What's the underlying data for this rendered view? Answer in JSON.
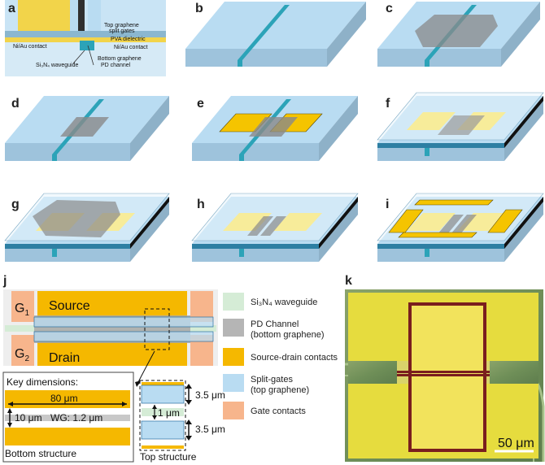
{
  "panels": {
    "a": {
      "label": "a",
      "top_graphene": "Top graphene",
      "split_gates": "split gates",
      "pva_dielectric": "PVA dielectric",
      "contact_left": "Ni/Au contact",
      "contact_right": "Ni/Au contact",
      "bottom_graphene": "Bottom graphene",
      "pd_channel": "PD channel",
      "waveguide": "Si₃N₄ waveguide"
    },
    "b": {
      "label": "b"
    },
    "c": {
      "label": "c"
    },
    "d": {
      "label": "d"
    },
    "e": {
      "label": "e"
    },
    "f": {
      "label": "f"
    },
    "g": {
      "label": "g"
    },
    "h": {
      "label": "h"
    },
    "i": {
      "label": "i"
    },
    "j": {
      "label": "j",
      "gate1": "G",
      "gate1_sub": "1",
      "gate2": "G",
      "gate2_sub": "2",
      "source": "Source",
      "drain": "Drain",
      "key_title": "Key dimensions:",
      "dim_80": "80 μm",
      "dim_10": "10 μm",
      "dim_wg": "WG: 1.2 μm",
      "bottom_structure": "Bottom structure",
      "top_structure": "Top structure",
      "dim_35_top": "3.5 μm",
      "dim_1": "1 μm",
      "dim_35_bottom": "3.5 μm"
    },
    "legend": {
      "items": [
        {
          "line1": "Si₃N₄ waveguide",
          "line2": "",
          "color": "#d5ecd6"
        },
        {
          "line1": "PD Channel",
          "line2": "(bottom graphene)",
          "color": "#b5b5b5"
        },
        {
          "line1": "Source-drain contacts",
          "line2": "",
          "color": "#f5b800"
        },
        {
          "line1": "Split-gates",
          "line2": "(top graphene)",
          "color": "#b9dcf2"
        },
        {
          "line1": "Gate contacts",
          "line2": "",
          "color": "#f7b58c"
        }
      ]
    },
    "k": {
      "label": "k",
      "scale_bar": "50 μm"
    }
  }
}
